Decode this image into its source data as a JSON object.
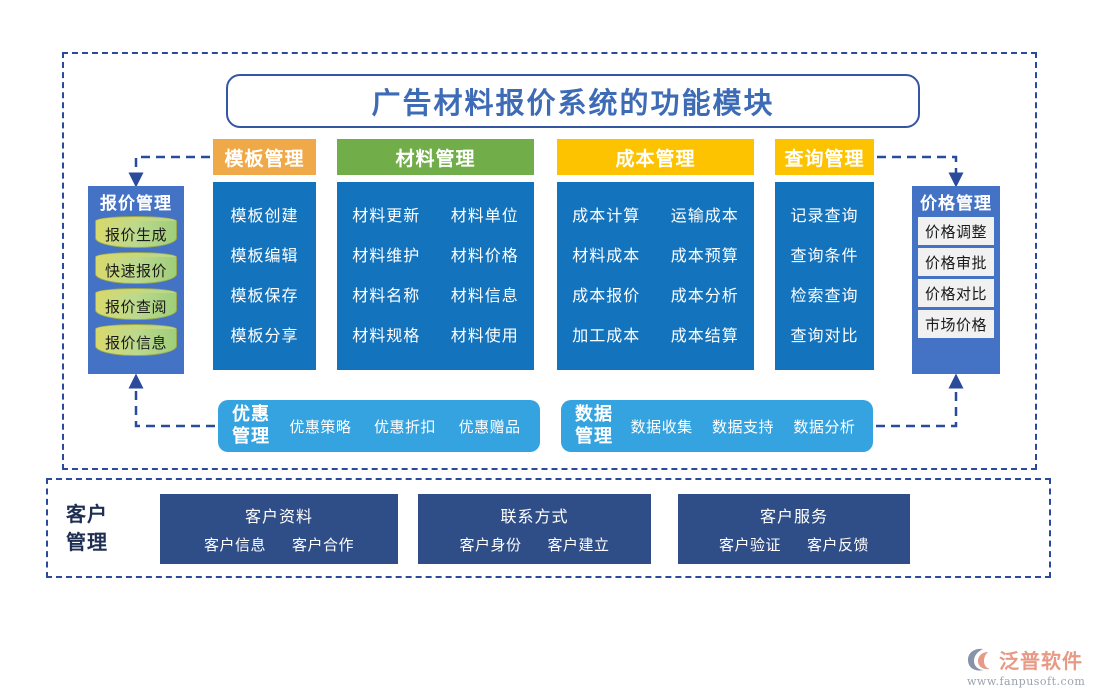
{
  "title": "广告材料报价系统的功能模块",
  "quote_management": {
    "title": "报价管理",
    "items": [
      "报价生成",
      "快速报价",
      "报价查阅",
      "报价信息"
    ]
  },
  "columns": [
    {
      "header": "模板管理",
      "header_color": "#f0a948",
      "layout": "one-col",
      "items": [
        "模板创建",
        "模板编辑",
        "模板保存",
        "模板分享"
      ]
    },
    {
      "header": "材料管理",
      "header_color": "#71ad48",
      "layout": "two-col",
      "items": [
        "材料更新",
        "材料单位",
        "材料维护",
        "材料价格",
        "材料名称",
        "材料信息",
        "材料规格",
        "材料使用"
      ]
    },
    {
      "header": "成本管理",
      "header_color": "#fdc300",
      "layout": "two-col",
      "items": [
        "成本计算",
        "运输成本",
        "材料成本",
        "成本预算",
        "成本报价",
        "成本分析",
        "加工成本",
        "成本结算"
      ]
    },
    {
      "header": "查询管理",
      "header_color": "#fdc300",
      "layout": "one-col",
      "items": [
        "记录查询",
        "查询条件",
        "检索查询",
        "查询对比"
      ]
    }
  ],
  "price_management": {
    "title": "价格管理",
    "items": [
      "价格调整",
      "价格审批",
      "价格对比",
      "市场价格"
    ]
  },
  "bars": [
    {
      "tag": "优惠\n管理",
      "items": [
        "优惠策略",
        "优惠折扣",
        "优惠赠品"
      ]
    },
    {
      "tag": "数据\n管理",
      "items": [
        "数据收集",
        "数据支持",
        "数据分析"
      ]
    }
  ],
  "customer_section": {
    "label": "客户\n管理",
    "boxes": [
      {
        "title": "客户资料",
        "items": [
          "客户信息",
          "客户合作"
        ]
      },
      {
        "title": "联系方式",
        "items": [
          "客户身份",
          "客户建立"
        ]
      },
      {
        "title": "客户服务",
        "items": [
          "客户验证",
          "客户反馈"
        ]
      }
    ]
  },
  "logo": {
    "name": "泛普软件",
    "url": "www.fanpusoft.com"
  },
  "colors": {
    "frame_dash": "#2a4a9c",
    "panel_blue": "#1473bd",
    "side_panel_blue": "#4472c4",
    "bar_blue": "#35a3e0",
    "customer_box": "#2f4e88",
    "title_text": "#3d6bb5"
  }
}
